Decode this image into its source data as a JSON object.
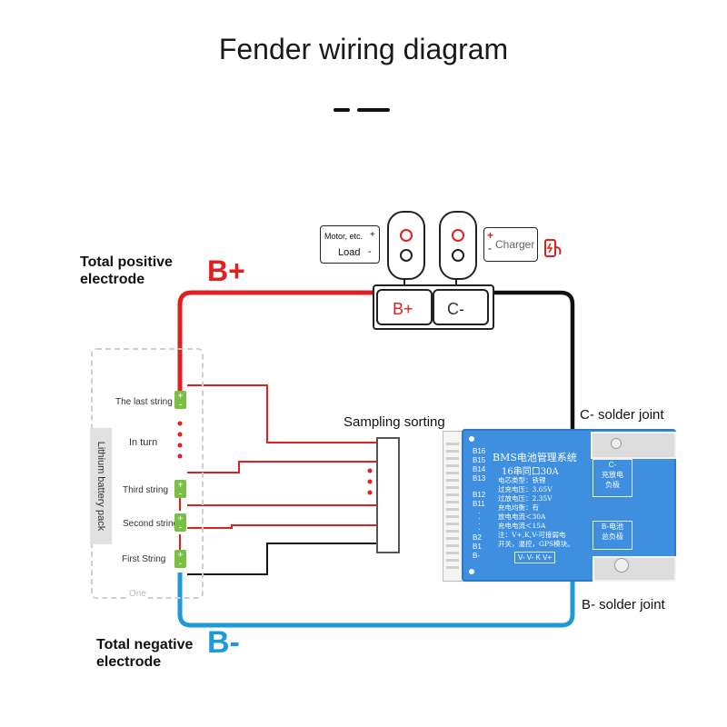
{
  "title": "Fender wiring diagram",
  "labels": {
    "total_positive": "Total positive\nelectrode",
    "total_negative": "Total negative\nelectrode",
    "b_plus": "B+",
    "b_minus": "B-",
    "sampling": "Sampling sorting",
    "c_solder": "C- solder joint",
    "b_solder": "B- solder joint",
    "terminal_b_plus": "B+",
    "terminal_c_minus": "C-",
    "motor": "Motor, etc.",
    "load": "Load",
    "charger": "Charger",
    "plus_sign": "+",
    "minus_sign": "-"
  },
  "battery_pack": {
    "label": "Lithium battery pack",
    "strings": {
      "last": "The last string",
      "in_turn": "In turn",
      "third": "Third string",
      "second": "Second string",
      "first": "First String",
      "one": "One"
    },
    "cell_plus": "+",
    "cell_minus": "-"
  },
  "bms": {
    "title": "BMS电池管理系统",
    "subtitle": "16串同口30A",
    "specs": [
      "电芯类型：铁锂",
      "过充电压：3.65V",
      "过放电压：2.35V",
      "充电均衡：有",
      "放电电流＜30A",
      "充电电流＜15A",
      "注：V+,K,V-可接弱电",
      "开关，温控，GPS模块。"
    ],
    "bottom_pins": "V- V- K  V+",
    "pins_top": [
      "B16",
      "B15",
      "B14",
      "B13"
    ],
    "pins_mid": [
      "B12",
      "B11"
    ],
    "pins_bottom": [
      "B2",
      "B1",
      "B-"
    ],
    "c_pad_label": "C-\n充放电\n负极",
    "b_pad_label": "B-电池\n总负极"
  },
  "colors": {
    "positive": "#e02020",
    "negative": "#1e9ad8",
    "wire_dark": "#111111",
    "bms_board": "#3f8fe0",
    "cell": "#7ac143"
  }
}
